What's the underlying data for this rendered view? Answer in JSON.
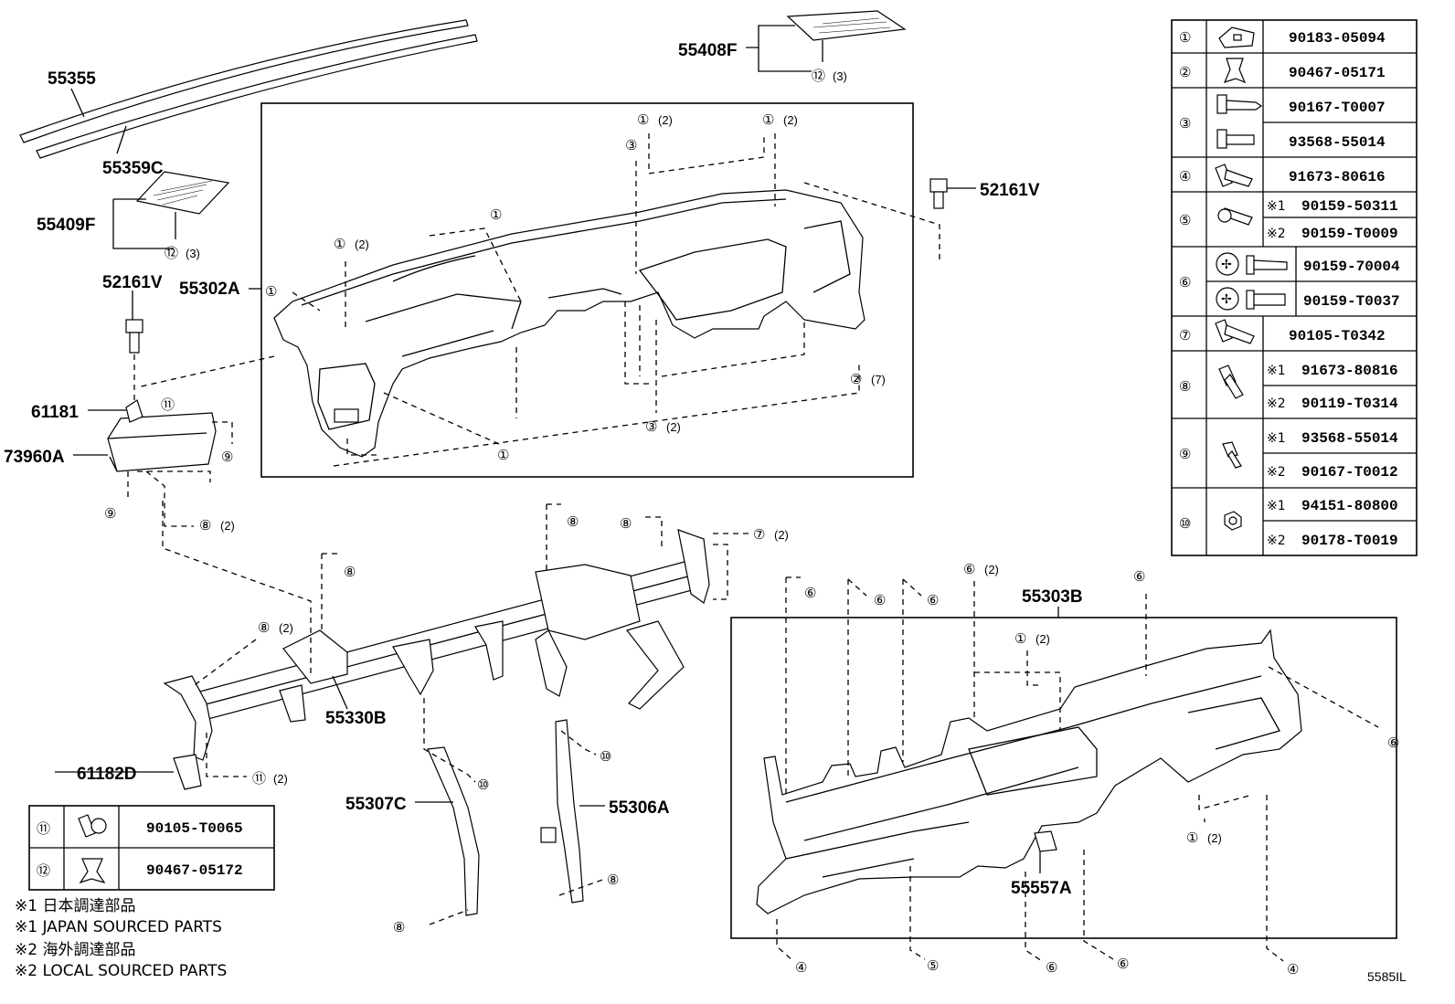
{
  "part_labels": [
    {
      "id": "p55355",
      "text": "55355"
    },
    {
      "id": "p55359c",
      "text": "55359C"
    },
    {
      "id": "p55409f",
      "text": "55409F"
    },
    {
      "id": "p52161v_l",
      "text": "52161V"
    },
    {
      "id": "p55302a",
      "text": "55302A"
    },
    {
      "id": "p55408f",
      "text": "55408F"
    },
    {
      "id": "p52161v_r",
      "text": "52161V"
    },
    {
      "id": "p61181",
      "text": "61181"
    },
    {
      "id": "p73960a",
      "text": "73960A"
    },
    {
      "id": "p55330b",
      "text": "55330B"
    },
    {
      "id": "p61182d",
      "text": "61182D"
    },
    {
      "id": "p55307c",
      "text": "55307C"
    },
    {
      "id": "p55306a",
      "text": "55306A"
    },
    {
      "id": "p55303b",
      "text": "55303B"
    },
    {
      "id": "p55557a",
      "text": "55557A"
    }
  ],
  "callouts": [
    {
      "n": "①",
      "q": "(2)"
    },
    {
      "n": "①",
      "q": "(2)"
    },
    {
      "n": "③",
      "q": ""
    },
    {
      "n": "①",
      "q": ""
    },
    {
      "n": "①",
      "q": "(2)"
    },
    {
      "n": "①",
      "q": ""
    },
    {
      "n": "②",
      "q": "(7)"
    },
    {
      "n": "③",
      "q": "(2)"
    },
    {
      "n": "①",
      "q": ""
    },
    {
      "n": "⑪",
      "q": ""
    },
    {
      "n": "⑨",
      "q": ""
    },
    {
      "n": "⑨",
      "q": ""
    },
    {
      "n": "⑧",
      "q": "(2)"
    },
    {
      "n": "⑫",
      "q": "(3)"
    },
    {
      "n": "⑫",
      "q": "(3)"
    },
    {
      "n": "⑧",
      "q": ""
    },
    {
      "n": "⑧",
      "q": ""
    },
    {
      "n": "⑦",
      "q": "(2)"
    },
    {
      "n": "⑧",
      "q": ""
    },
    {
      "n": "⑧",
      "q": "(2)"
    },
    {
      "n": "⑪",
      "q": "(2)"
    },
    {
      "n": "⑩",
      "q": ""
    },
    {
      "n": "⑩",
      "q": ""
    },
    {
      "n": "⑧",
      "q": ""
    },
    {
      "n": "⑧",
      "q": ""
    },
    {
      "n": "⑥",
      "q": ""
    },
    {
      "n": "⑥",
      "q": ""
    },
    {
      "n": "⑥",
      "q": ""
    },
    {
      "n": "⑥",
      "q": "(2)"
    },
    {
      "n": "⑥",
      "q": ""
    },
    {
      "n": "①",
      "q": "(2)"
    },
    {
      "n": "⑥",
      "q": ""
    },
    {
      "n": "①",
      "q": "(2)"
    },
    {
      "n": "④",
      "q": ""
    },
    {
      "n": "⑤",
      "q": ""
    },
    {
      "n": "⑥",
      "q": ""
    },
    {
      "n": "⑥",
      "q": ""
    },
    {
      "n": "④",
      "q": ""
    }
  ],
  "fastener_table": {
    "rows": [
      {
        "ref": "①",
        "parts": [
          {
            "mark": "",
            "number": "90183-05094"
          }
        ]
      },
      {
        "ref": "②",
        "parts": [
          {
            "mark": "",
            "number": "90467-05171"
          }
        ]
      },
      {
        "ref": "③",
        "parts": [
          {
            "mark": "",
            "number": "90167-T0007"
          },
          {
            "mark": "",
            "number": "93568-55014"
          }
        ]
      },
      {
        "ref": "④",
        "parts": [
          {
            "mark": "",
            "number": "91673-80616"
          }
        ]
      },
      {
        "ref": "⑤",
        "parts": [
          {
            "mark": "※1",
            "number": "90159-50311"
          },
          {
            "mark": "※2",
            "number": "90159-T0009"
          }
        ]
      },
      {
        "ref": "⑥",
        "parts": [
          {
            "mark": "",
            "number": "90159-70004"
          },
          {
            "mark": "",
            "number": "90159-T0037"
          }
        ]
      },
      {
        "ref": "⑦",
        "parts": [
          {
            "mark": "",
            "number": "90105-T0342"
          }
        ]
      },
      {
        "ref": "⑧",
        "parts": [
          {
            "mark": "※1",
            "number": "91673-80816"
          },
          {
            "mark": "※2",
            "number": "90119-T0314"
          }
        ]
      },
      {
        "ref": "⑨",
        "parts": [
          {
            "mark": "※1",
            "number": "93568-55014"
          },
          {
            "mark": "※2",
            "number": "90167-T0012"
          }
        ]
      },
      {
        "ref": "⑩",
        "parts": [
          {
            "mark": "※1",
            "number": "94151-80800"
          },
          {
            "mark": "※2",
            "number": "90178-T0019"
          }
        ]
      }
    ]
  },
  "small_table": {
    "rows": [
      {
        "ref": "⑪",
        "number": "90105-T0065"
      },
      {
        "ref": "⑫",
        "number": "90467-05172"
      }
    ]
  },
  "notes": [
    "※1 日本調達部品",
    "※1 JAPAN SOURCED PARTS",
    "※2 海外調達部品",
    "※2 LOCAL SOURCED PARTS"
  ],
  "drawing_code": "5585IL"
}
